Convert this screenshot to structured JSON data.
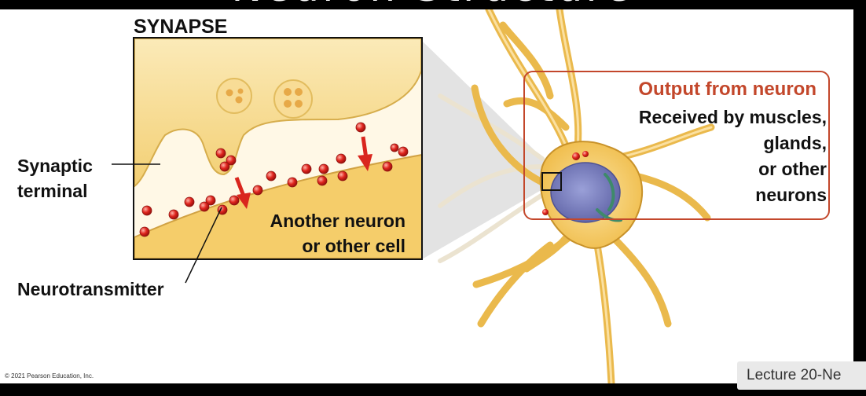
{
  "slide": {
    "title_fragment": "Neuron Structure"
  },
  "synapse": {
    "title": "SYNAPSE",
    "postsynaptic_label_line1": "Another neuron",
    "postsynaptic_label_line2": "or other cell"
  },
  "labels": {
    "synaptic_terminal_line1": "Synaptic",
    "synaptic_terminal_line2": "terminal",
    "neurotransmitter": "Neurotransmitter"
  },
  "output": {
    "title": "Output from neuron",
    "lines": [
      "Received by muscles,",
      "glands,",
      "or other",
      "neurons"
    ]
  },
  "copyright": "© 2021 Pearson Education, Inc.",
  "footer_tag": "Lecture 20-Ne",
  "colors": {
    "neuron": "#f2c55a",
    "neuron_outline": "#c8922a",
    "vesicle_red": "#e0251e",
    "output_border": "#c3472b",
    "nucleus": "#6f74b8"
  }
}
